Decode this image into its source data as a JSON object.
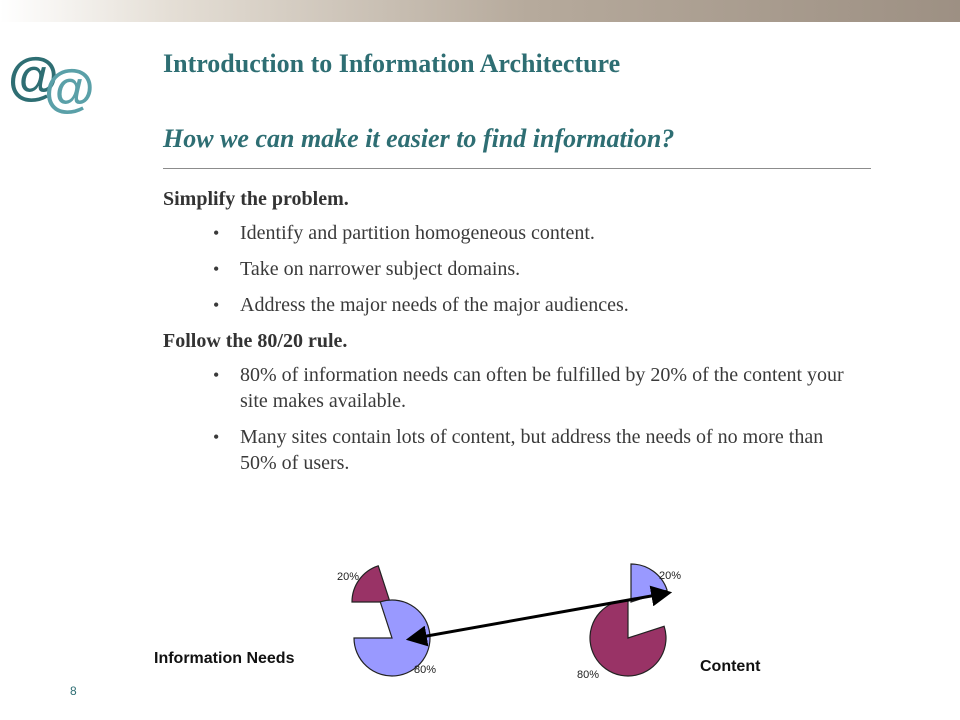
{
  "slide": {
    "title": "Introduction to Information Architecture",
    "subtitle": "How we can make it easier to find information?",
    "page_number": "8"
  },
  "sections": [
    {
      "heading": "Simplify the problem.",
      "bullets": [
        "Identify and partition homogeneous content.",
        "Take on narrower subject domains.",
        "Address the major needs of the major audiences."
      ]
    },
    {
      "heading": "Follow the 80/20 rule.",
      "bullets": [
        "80% of information needs can often be fulfilled by 20% of the content your site makes available.",
        "Many sites contain lots of content, but address the needs of no more than 50% of users."
      ]
    }
  ],
  "chart_data": [
    {
      "type": "pie",
      "title": "Information Needs",
      "slices": [
        {
          "label": "80%",
          "value": 80,
          "color": "#9999ff"
        },
        {
          "label": "20%",
          "value": 20,
          "color": "#993366",
          "exploded": true
        }
      ]
    },
    {
      "type": "pie",
      "title": "Content",
      "slices": [
        {
          "label": "80%",
          "value": 80,
          "color": "#993366"
        },
        {
          "label": "20%",
          "value": 20,
          "color": "#9999ff",
          "exploded": true
        }
      ]
    }
  ],
  "logo": {
    "icon": "at-sign-logo",
    "colors": [
      "#2e6e73",
      "#5aa0a8"
    ]
  },
  "colors": {
    "accent": "#2e6e73",
    "slice_blue": "#9999ff",
    "slice_maroon": "#993366"
  },
  "bullet_char": "•"
}
